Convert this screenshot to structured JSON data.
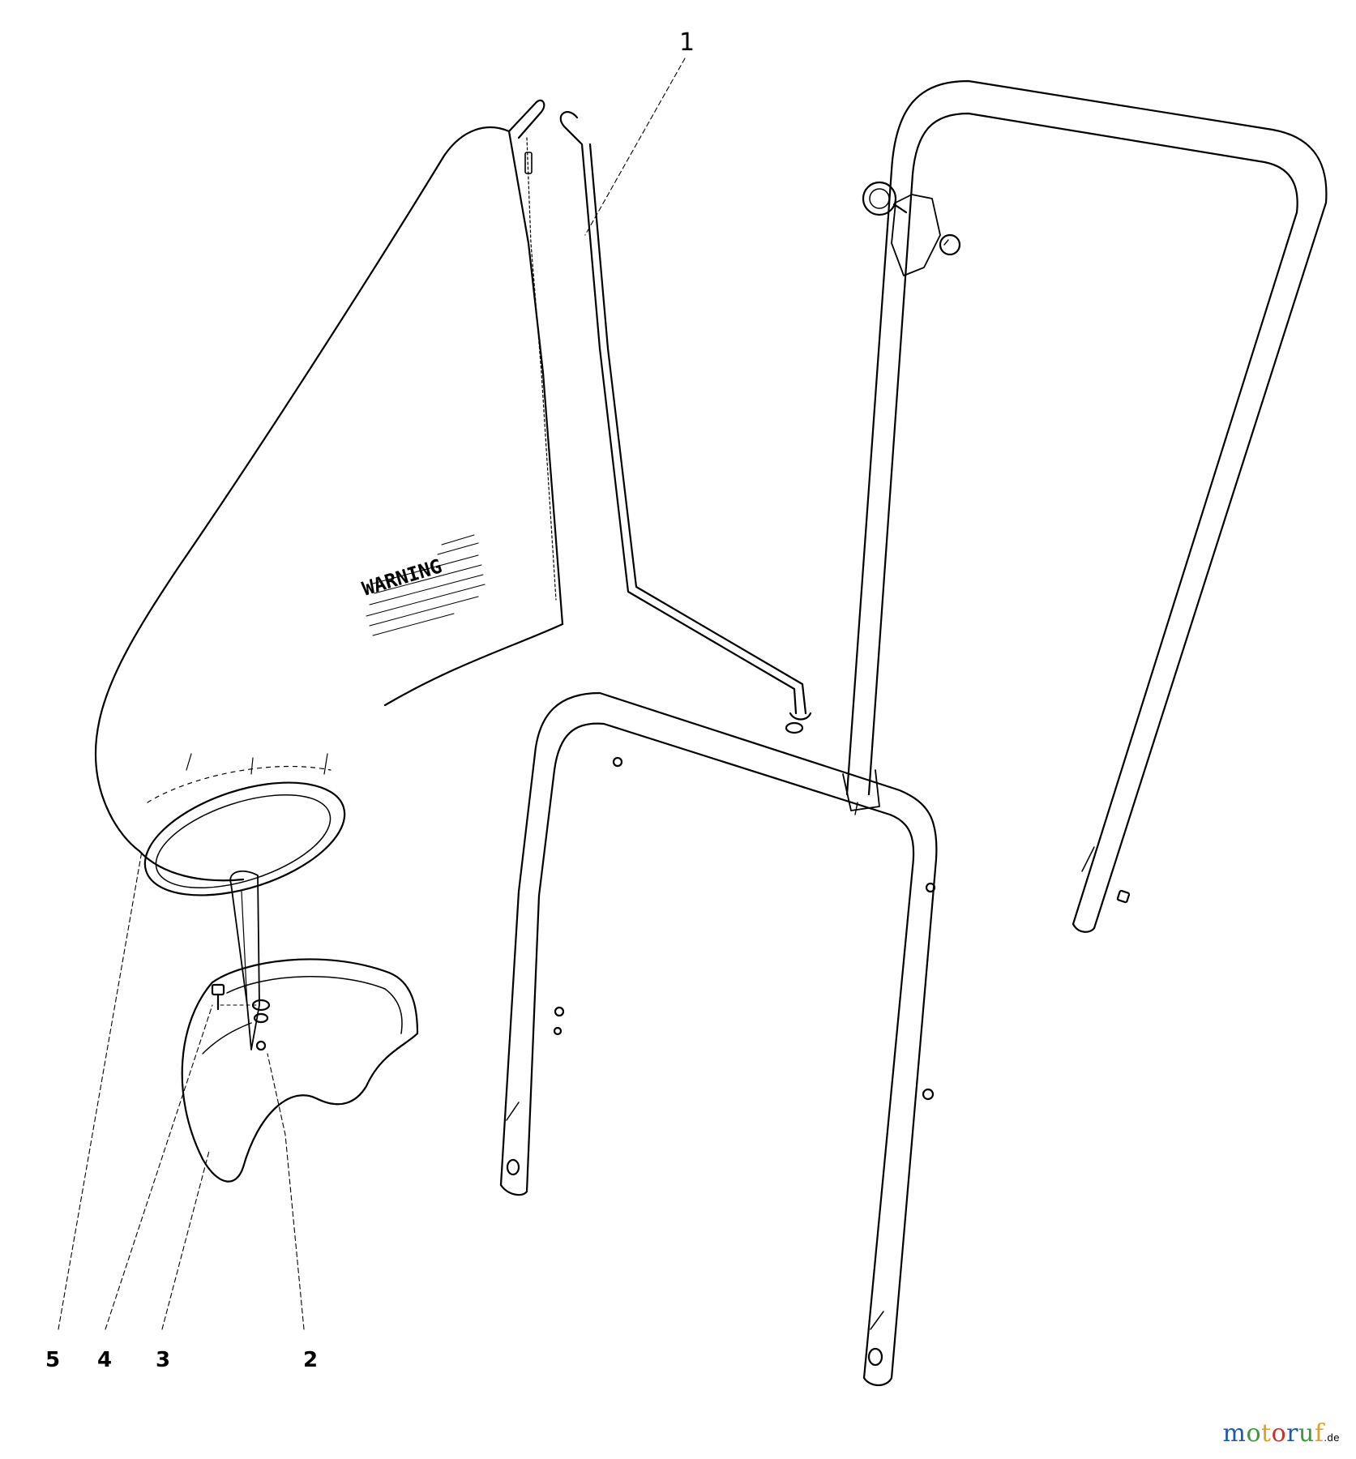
{
  "diagram": {
    "callouts": [
      {
        "id": "1",
        "label": "1"
      },
      {
        "id": "2",
        "label": "2"
      },
      {
        "id": "3",
        "label": "3"
      },
      {
        "id": "4",
        "label": "4"
      },
      {
        "id": "5",
        "label": "5"
      }
    ],
    "bag_label": "WARNING"
  },
  "watermark": {
    "text": "motoruf",
    "suffix": ".de",
    "letter_colors": [
      "#1f5aa6",
      "#3a9a3a",
      "#e0a21a",
      "#c8322c",
      "#1f5aa6",
      "#3a9a3a",
      "#e0a21a"
    ]
  },
  "colors": {
    "line": "#000000",
    "background": "#ffffff"
  }
}
